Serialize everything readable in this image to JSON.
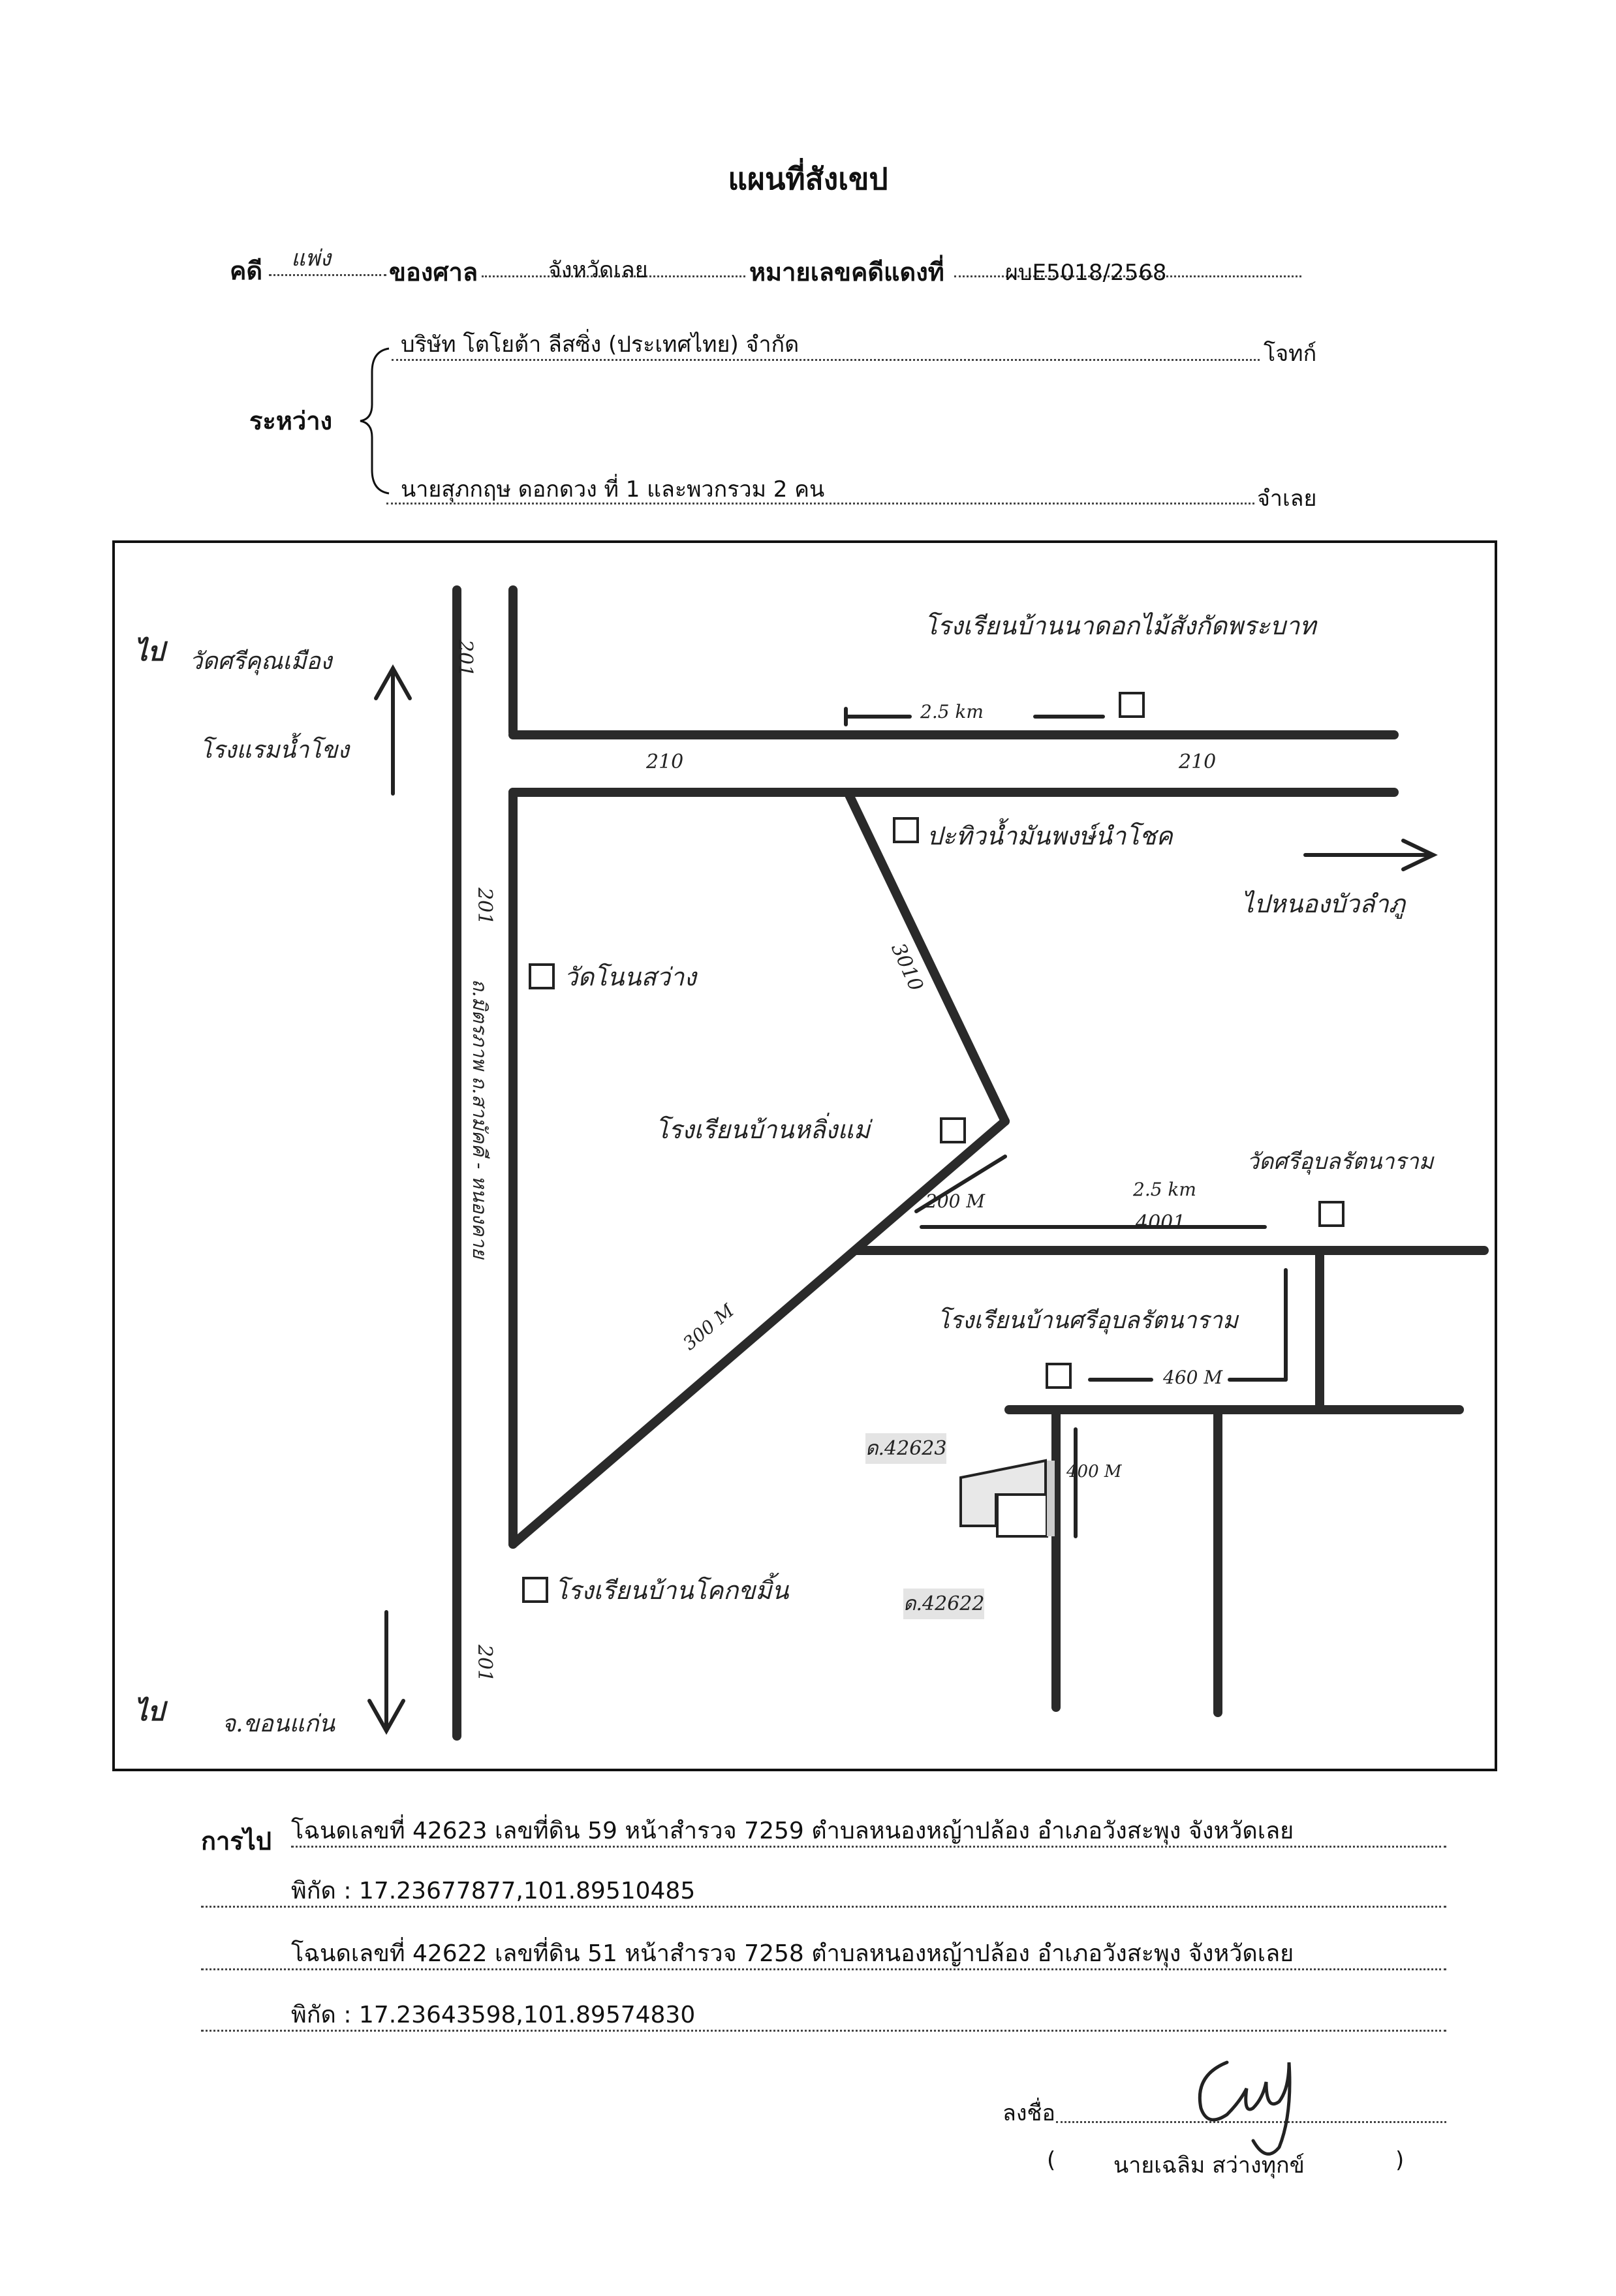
{
  "document": {
    "title": "แผนที่สังเขป",
    "case": {
      "label_case": "คดี",
      "case_type": "แพ่ง",
      "label_court": "ของศาล",
      "court": "จังหวัดเลย",
      "label_red_no": "หมายเลขคดีแดงที่",
      "red_no": "ผบE5018/2568"
    },
    "between_label": "ระหว่าง",
    "plaintiff": "บริษัท โตโยต้า ลีสซิ่ง (ประเทศไทย) จำกัด",
    "plaintiff_role": "โจทก์",
    "defendant": "นายสุภกฤษ ดอกดวง ที่ 1 และพวกรวม 2 คน",
    "defendant_role": "จำเลย"
  },
  "map": {
    "road_labels": {
      "r201_top": "201",
      "r201_mid": "201",
      "r201_bottom": "201",
      "r210_a": "210",
      "r210_b": "210",
      "r4001": "4001",
      "diag_road": "3010",
      "vertical_road_name": "ถ.มิตรภาพ ถ.สามัคคี - หนองคาย"
    },
    "distances": {
      "d_top": "2.5 km",
      "d_mid": "2.5 km",
      "d_200": "200 M",
      "d_300": "300 M",
      "d_460": "460 M",
      "d_400": "400 M"
    },
    "places": {
      "to_nw_prefix": "ไป",
      "to_nw": "วัดศรีคุณเมือง",
      "to_nw2": "โรงแรมน้ำโขง",
      "school_top": "โรงเรียนบ้านนาดอกไม้สังกัดพระบาท",
      "gas_station": "ปะทิวน้ำมันพงษ์นำโชค",
      "to_ne": "ไปหนองบัวลำภู",
      "temple_1": "วัดโนนสว่าง",
      "school_mid": "โรงเรียนบ้านหลิ่งแม่",
      "temple_2": "วัดศรีอุบลรัตนาราม",
      "school_right": "โรงเรียนบ้านศรีอุบลรัตนาราม",
      "school_bottom": "โรงเรียนบ้านโคกขมิ้น",
      "to_s_prefix": "ไป",
      "to_s": "จ.ขอนแก่น",
      "plot_1": "ด.42623",
      "plot_2": "ด.42622"
    }
  },
  "footer": {
    "label_directions": "การไป",
    "deed1": "โฉนดเลขที่ 42623 เลขที่ดิน 59 หน้าสำรวจ 7259 ตำบลหนองหญ้าปล้อง อำเภอวังสะพุง จังหวัดเลย",
    "coord1": "พิกัด : 17.23677877,101.89510485",
    "deed2": "โฉนดเลขที่ 42622 เลขที่ดิน 51 หน้าสำรวจ 7258 ตำบลหนองหญ้าปล้อง อำเภอวังสะพุง จังหวัดเลย",
    "coord2": "พิกัด : 17.23643598,101.89574830",
    "sign_label": "ลงชื่อ",
    "signer_open": "(",
    "signer": "นายเฉลิม สว่างทุกข์",
    "signer_close": ")"
  }
}
